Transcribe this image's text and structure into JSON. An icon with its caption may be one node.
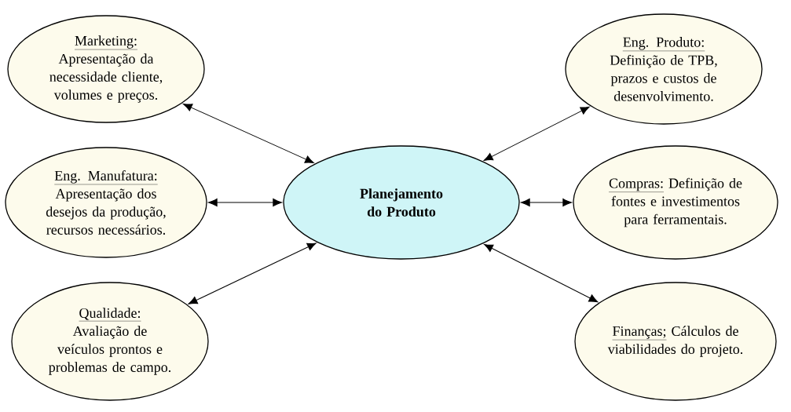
{
  "diagram": {
    "nodes": [
      {
        "text": [
          "Marketing:",
          "Apresentação da necessidade cliente, volumes e preços."
        ]
      },
      {
        "text": [
          "Eng. Produto:",
          "Definição de TPB, prazos e custos de desenvolvimento."
        ]
      },
      {
        "text": [
          "Eng. Manufatura:",
          "Apresentação dos desejos da produção, recursos necessários."
        ]
      },
      {
        "text": [
          "Planejamento do Produto"
        ]
      },
      {
        "text": [
          "Compras:",
          "Definição de fontes e investimentos para ferramentais."
        ]
      },
      {
        "text": [
          "Qualidade:",
          "Avaliação de veículos prontos e problemas de campo."
        ]
      },
      {
        "text": [
          "Finanças;",
          "Cálculos de viabilidades do projeto."
        ]
      }
    ],
    "edges": [
      {
        "from": 0,
        "to": 3,
        "arrow": "both"
      },
      {
        "from": 1,
        "to": 3,
        "arrow": "both"
      },
      {
        "from": 2,
        "to": 3,
        "arrow": "both"
      },
      {
        "from": 4,
        "to": 3,
        "arrow": "both"
      },
      {
        "from": 5,
        "to": 3,
        "arrow": "both"
      },
      {
        "from": 6,
        "to": 3,
        "arrow": "both"
      }
    ]
  }
}
